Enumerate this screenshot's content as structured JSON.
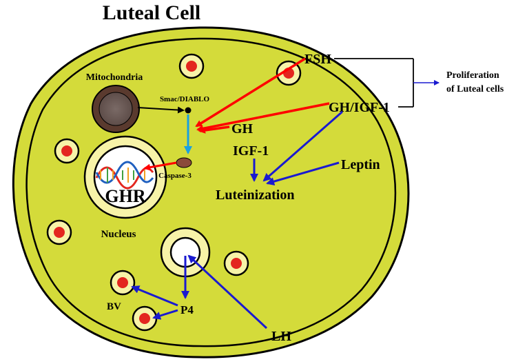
{
  "title": "Luteal Cell",
  "labels": {
    "mitochondria": "Mitochondria",
    "smac": "Smac/DIABLO",
    "caspase": "Caspase-3",
    "ghr": "GHR",
    "nucleus": "Nucleus",
    "fsh": "FSH",
    "gh_igf1": "GH/IGF-1",
    "gh": "GH",
    "igf1": "IGF-1",
    "leptin": "Leptin",
    "luteinization": "Luteinization",
    "proliferation_line1": "Proliferation",
    "proliferation_line2": "of Luteal cells",
    "bv": "BV",
    "p4": "P4",
    "lh": "LH"
  },
  "colors": {
    "cell_fill": "#d4db3a",
    "outline": "#000000",
    "vesicle_ring": "#f7f3a8",
    "vesicle_core": "#e3261f",
    "mitochondria_outer": "#5a3a2e",
    "mitochondria_inner": "#6e5c58",
    "caspase": "#8b4a3a",
    "red_arrow": "#ff0000",
    "blue_arrow": "#1a1ad0",
    "cyan_arrow": "#1aa0e0"
  }
}
